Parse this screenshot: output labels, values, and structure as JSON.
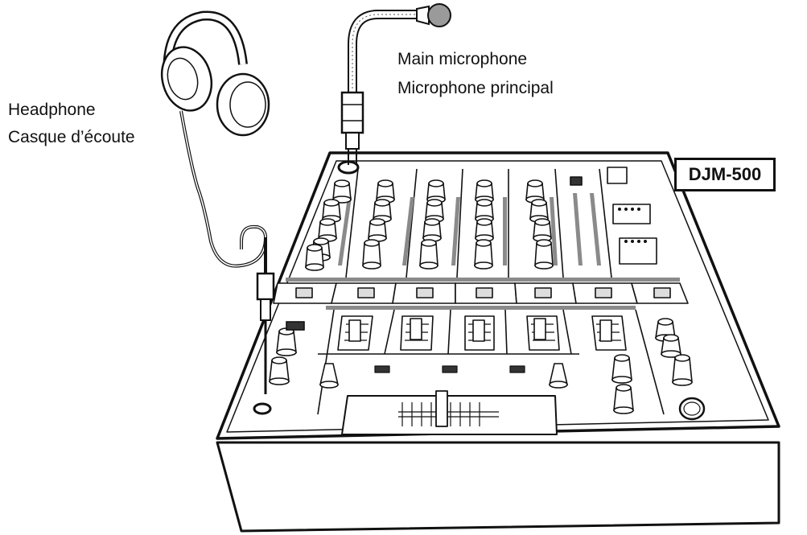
{
  "labels": {
    "main_microphone_en": "Main microphone",
    "main_microphone_fr": "Microphone principal",
    "headphone_en": "Headphone",
    "headphone_fr": "Casque d’écoute",
    "model": "DJM-500"
  },
  "colors": {
    "ink": "#111111",
    "paper": "#ffffff",
    "shade": "#9a9a9a"
  },
  "icons": [
    "headphone-icon",
    "microphone-icon",
    "mixer-icon"
  ]
}
